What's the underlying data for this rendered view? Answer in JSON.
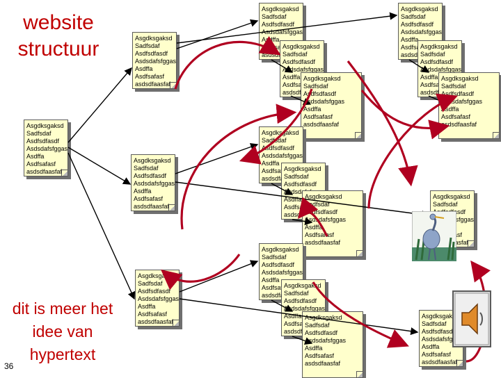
{
  "slide": {
    "title": "website structuur",
    "subtitle": "dit is meer het idee van hypertext",
    "number": "36"
  },
  "page_text": "Asgdksgaksd\nSadfsdaf\nAsdfsdfasdf\nAsdsdafsfggas\nAsdffa\nAsdfsafasf\nasdsdfaasfaf",
  "colors": {
    "title": "#c00000",
    "page_fill": "#ffffcc",
    "black_link": "#000000",
    "red_link": "#b00020"
  },
  "clipart": [
    "heron-picture-icon",
    "speaker-sound-icon"
  ]
}
